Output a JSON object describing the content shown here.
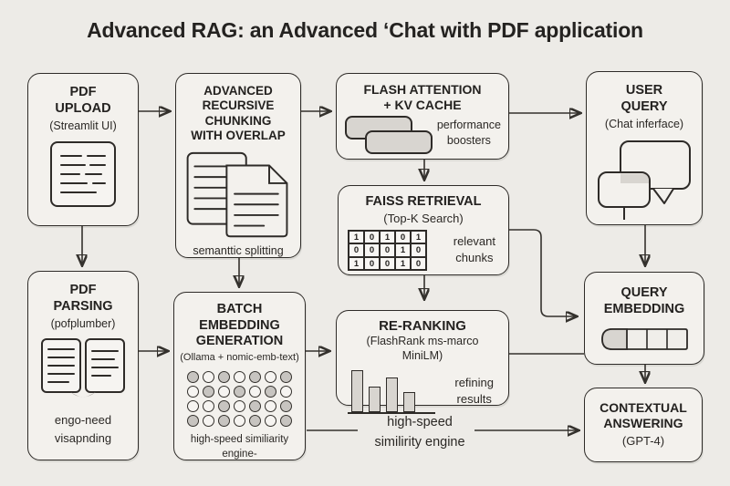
{
  "title": "Advanced RAG: an Advanced ‘Chat with PDF application",
  "colors": {
    "background": "#edebe7",
    "box_fill": "#f3f1ed",
    "stroke": "#2e2b28",
    "icon_gray": "#d8d5d0",
    "text": "#242220"
  },
  "nodes": {
    "pdf_upload": {
      "title": "PDF\nUPLOAD",
      "subtitle": "(Streamlit UI)"
    },
    "pdf_parsing": {
      "title": "PDF\nPARSING",
      "subtitle": "(pofplumber)",
      "caption": "engo-need visapnding"
    },
    "chunking": {
      "title": "ADVANCED\nRECURSIVE\nCHUNKING\nWITH OVERLAP",
      "caption": "semanttic splitting"
    },
    "batch": {
      "title": "BATCH\nEMBEDDING\nGENERATION",
      "subtitle": "(Ollama + nomic-emb-text)",
      "caption": "high-speed similiarity engine-"
    },
    "flash": {
      "title": "FLASH ATTENTION\n+ KV CACHE",
      "caption": "performance\nboosters"
    },
    "faiss": {
      "title": "FAISS RETRIEVAL",
      "subtitle": "(Top-K Search)",
      "caption": "relevant\nchunks"
    },
    "reranking": {
      "title": "RE-RANKING",
      "subtitle": "(FlashRank ms-marco MiniLM)",
      "caption": "refining\nresults"
    },
    "user_query": {
      "title": "USER\nQUERY",
      "subtitle": "(Chat inferface)"
    },
    "query_embedding": {
      "title": "QUERY\nEMBEDDING"
    },
    "contextual": {
      "title": "CONTEXTUAL\nANSWERING",
      "subtitle": "(GPT-4)"
    }
  },
  "floating_label": {
    "line1": "high-speed",
    "line2": "similirity engine"
  },
  "icons": {
    "embedding_dots": [
      [
        1,
        0,
        1,
        0,
        1,
        0,
        1
      ],
      [
        0,
        1,
        0,
        1,
        0,
        1,
        0
      ],
      [
        0,
        0,
        1,
        0,
        1,
        0,
        1
      ],
      [
        1,
        0,
        1,
        0,
        1,
        0,
        1
      ]
    ],
    "faiss_matrix": [
      [
        "1",
        "0",
        "1",
        "0",
        "1"
      ],
      [
        "0",
        "0",
        "0",
        "1",
        "0"
      ],
      [
        "1",
        "0",
        "0",
        "1",
        "0"
      ]
    ],
    "rerank_bars": [
      46,
      28,
      38,
      22
    ]
  },
  "connections": [
    "pdf_upload -> chunking",
    "pdf_upload -> pdf_parsing",
    "pdf_parsing -> batch",
    "chunking -> flash",
    "chunking -> batch",
    "flash -> user_query",
    "flash -> faiss",
    "faiss -> reranking",
    "faiss -> query_embedding",
    "batch -> reranking",
    "reranking -> query_embedding",
    "user_query -> query_embedding",
    "query_embedding -> contextual",
    "batch -> contextual (high-speed similirity engine)"
  ]
}
